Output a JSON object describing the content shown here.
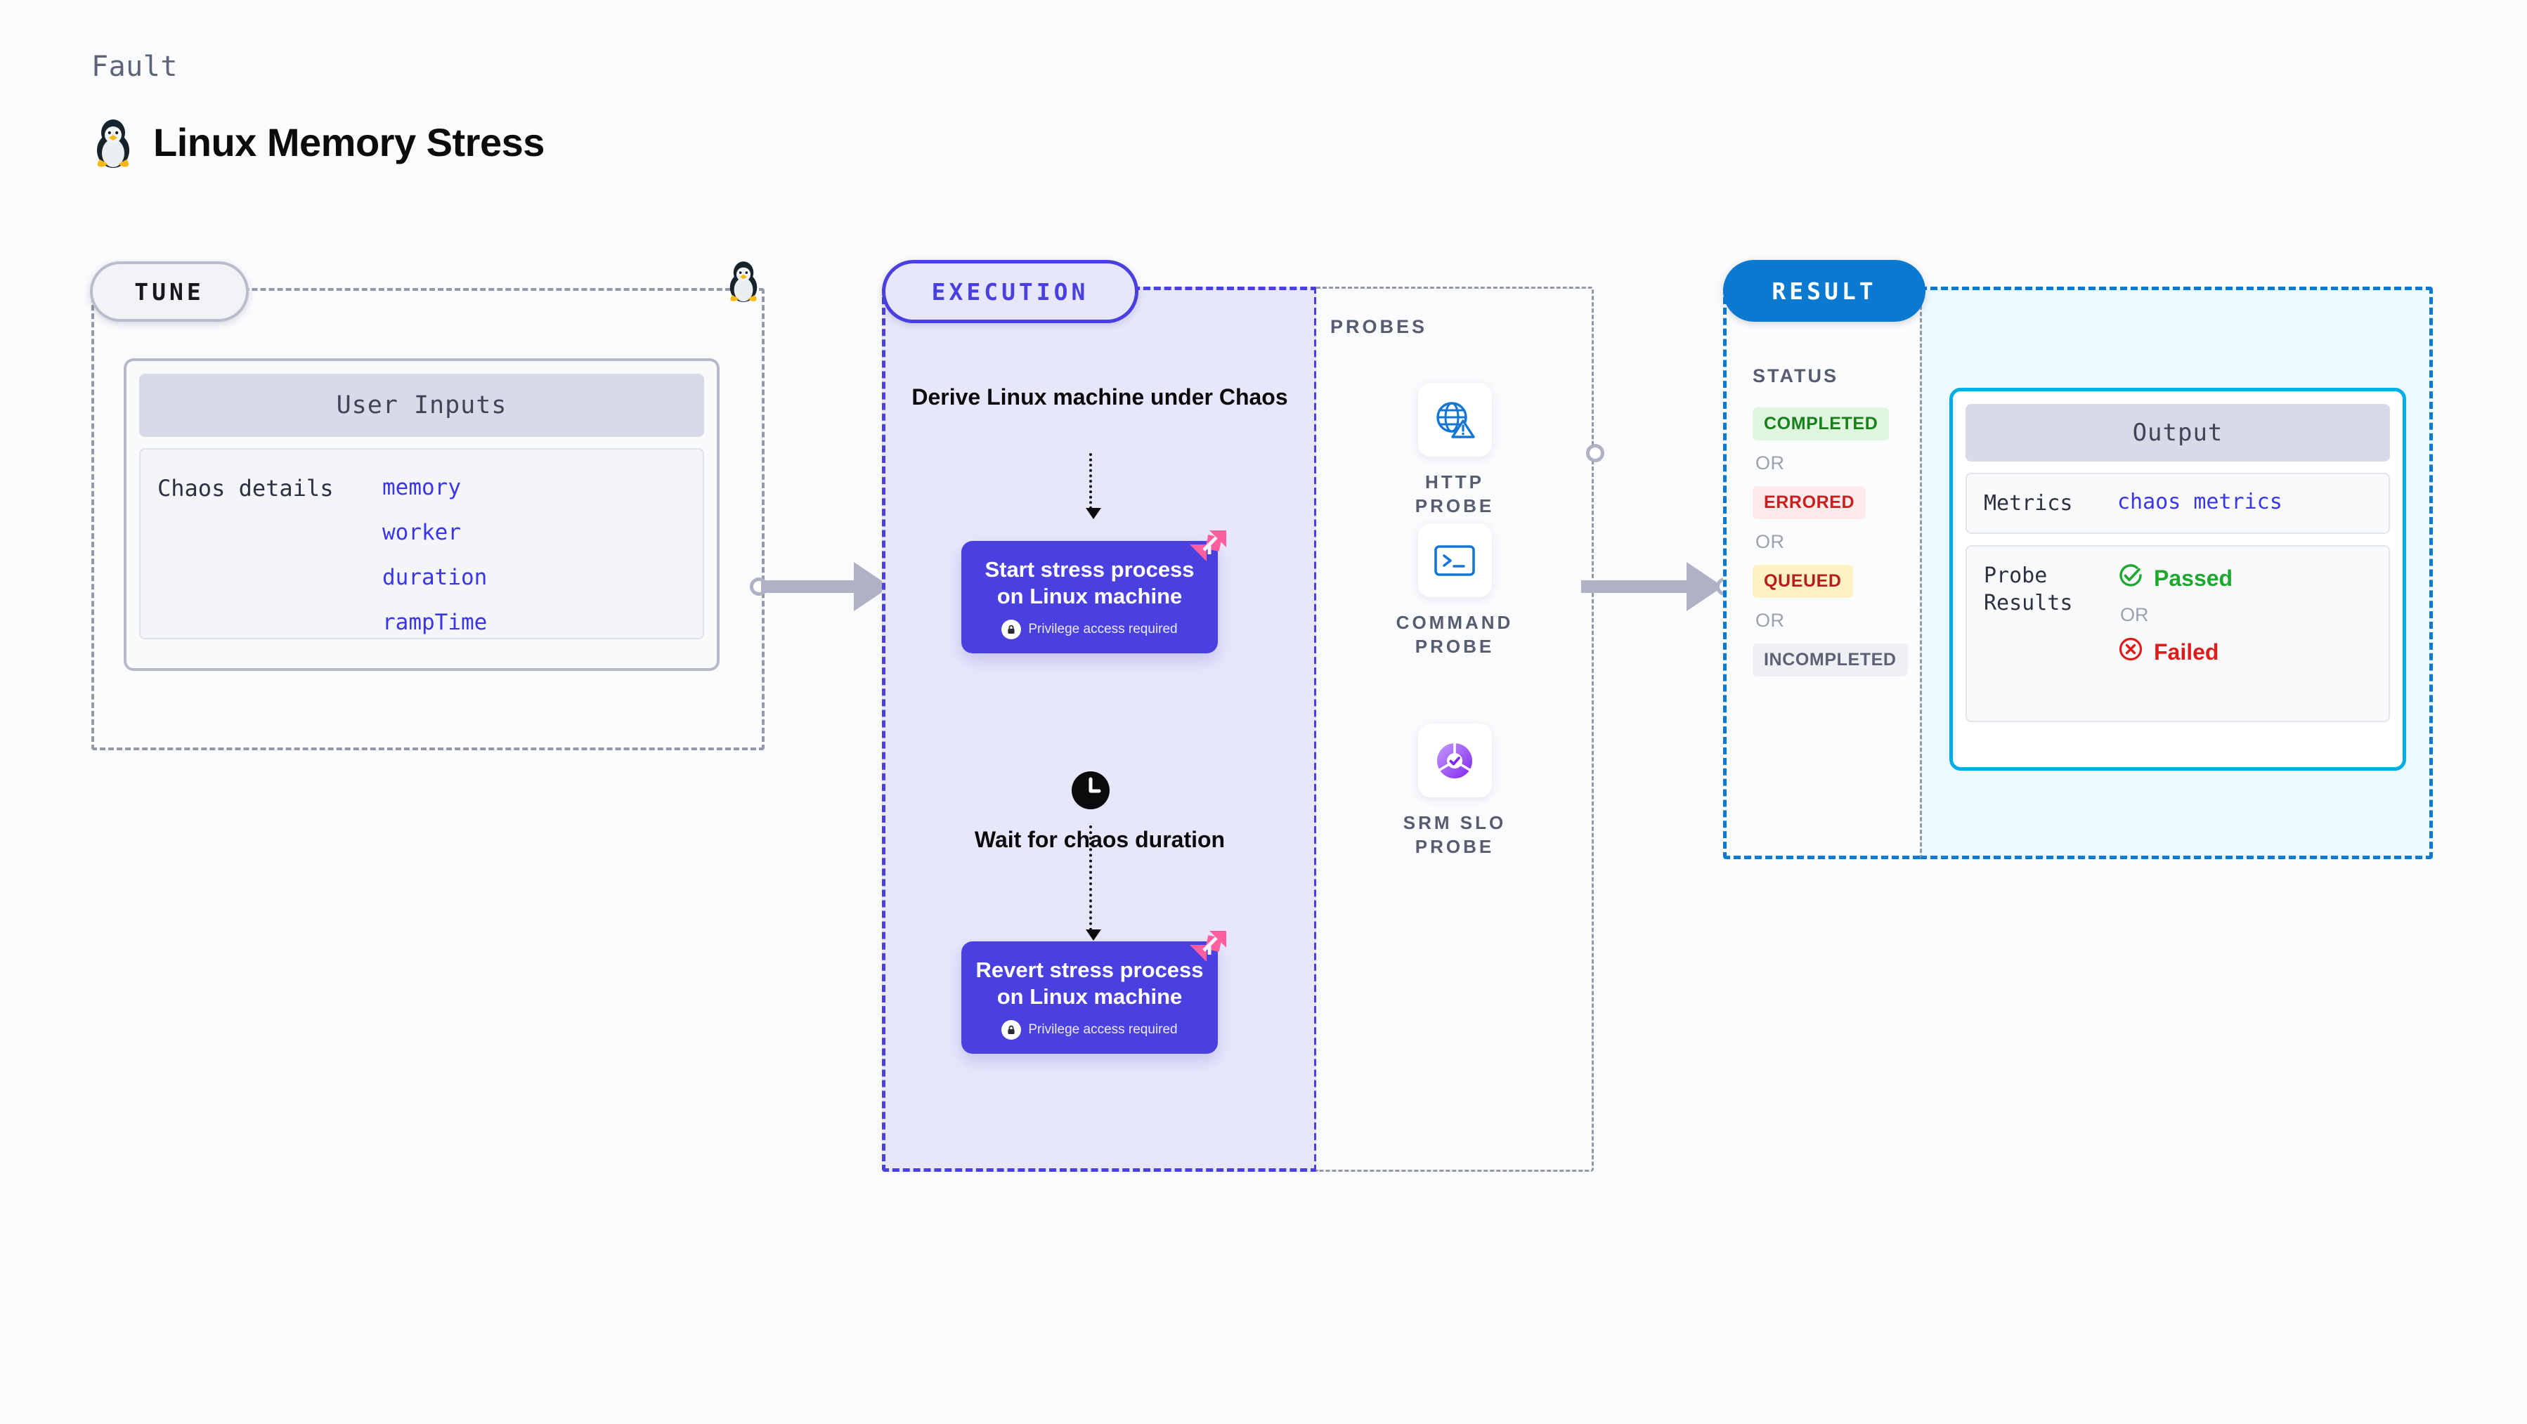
{
  "header": {
    "kicker": "Fault",
    "title": "Linux Memory Stress",
    "icon": "tux-penguin-icon"
  },
  "tune": {
    "badge": "TUNE",
    "icon": "tux-penguin-icon",
    "card": {
      "header": "User Inputs",
      "details_label": "Chaos details",
      "params": [
        "memory",
        "worker",
        "duration",
        "rampTime"
      ]
    }
  },
  "execution": {
    "badge": "EXECUTION",
    "derive_step": "Derive Linux machine under Chaos",
    "start_card": {
      "title": "Start stress process on Linux machine",
      "privilege": "Privilege access required",
      "lock_icon": "lock-icon",
      "ribbon_icon": "fault-ribbon-icon"
    },
    "wait_step": "Wait for chaos duration",
    "wait_icon": "clock-icon",
    "revert_card": {
      "title": "Revert stress process on Linux machine",
      "privilege": "Privilege access required",
      "lock_icon": "lock-icon",
      "ribbon_icon": "fault-ribbon-icon"
    }
  },
  "probes": {
    "label": "PROBES",
    "items": [
      {
        "caption": "HTTP PROBE",
        "icon": "globe-warning-icon"
      },
      {
        "caption": "COMMAND PROBE",
        "icon": "terminal-icon"
      },
      {
        "caption": "SRM SLO PROBE",
        "icon": "slo-donut-check-icon"
      }
    ]
  },
  "result": {
    "badge": "RESULT",
    "status_label": "STATUS",
    "or_label": "OR",
    "statuses": [
      {
        "label": "COMPLETED",
        "bg": "#dff5de",
        "fg": "#18801d"
      },
      {
        "label": "ERRORED",
        "bg": "#fdeaea",
        "fg": "#c62020"
      },
      {
        "label": "QUEUED",
        "bg": "#fdf0c4",
        "fg": "#b31f1f"
      },
      {
        "label": "INCOMPLETED",
        "bg": "#eef0f4",
        "fg": "#5c6274"
      }
    ],
    "output": {
      "header": "Output",
      "metrics_label": "Metrics",
      "metrics_value": "chaos metrics",
      "probe_results_label": "Probe Results",
      "passed_label": "Passed",
      "passed_icon": "check-circle-icon",
      "or_label": "OR",
      "failed_label": "Failed",
      "failed_icon": "x-circle-icon"
    }
  },
  "colors": {
    "indigo": "#4a40e0",
    "blue": "#0b79d0",
    "cyan": "#00ade6",
    "pink": "#ff5f9e",
    "gray_dash": "#9499a8",
    "green": "#1ea830",
    "red": "#e01b1b"
  }
}
